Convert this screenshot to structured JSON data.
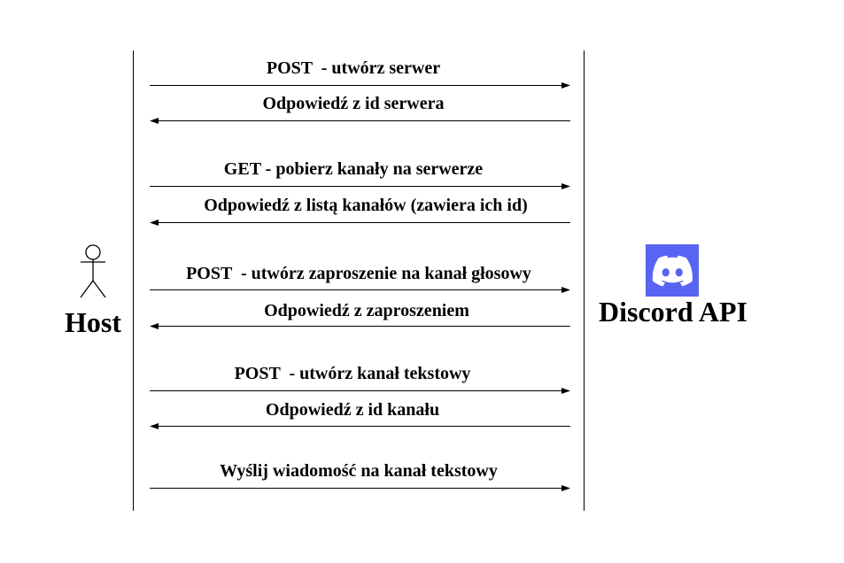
{
  "participants": {
    "host": {
      "label": "Host"
    },
    "api": {
      "label": "Discord API",
      "logo_color": "#5865F2"
    }
  },
  "messages": [
    {
      "text": "POST  - utwórz serwer",
      "direction": "right"
    },
    {
      "text": "Odpowiedź z id serwera",
      "direction": "left"
    },
    {
      "text": "GET - pobierz kanały na serwerze",
      "direction": "right"
    },
    {
      "text": "Odpowiedź z listą kanałów (zawiera ich id)",
      "direction": "left"
    },
    {
      "text": "POST  - utwórz zaproszenie na kanał głosowy",
      "direction": "right"
    },
    {
      "text": "Odpowiedź z zaproszeniem",
      "direction": "left"
    },
    {
      "text": "POST  - utwórz kanał tekstowy",
      "direction": "right"
    },
    {
      "text": "Odpowiedź z id kanału",
      "direction": "left"
    },
    {
      "text": "Wyślij wiadomość na kanał tekstowy",
      "direction": "right"
    }
  ],
  "icons": {
    "actor": "stick-figure-icon",
    "discord": "discord-logo-icon"
  }
}
